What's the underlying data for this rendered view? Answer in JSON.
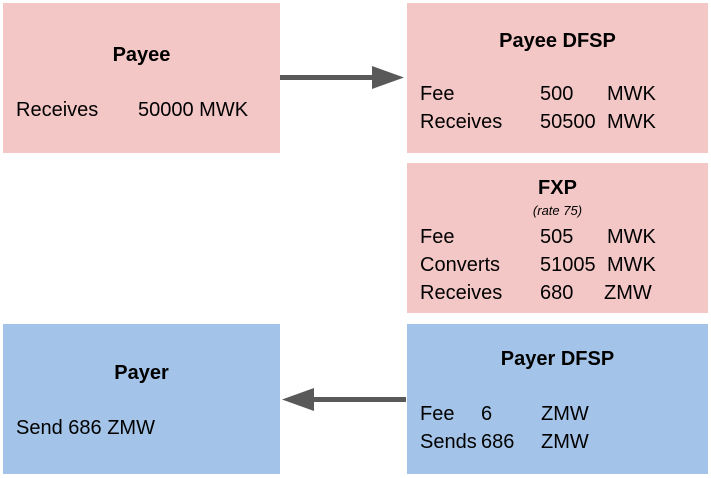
{
  "payee": {
    "title": "Payee",
    "receives_label": "Receives",
    "receives_value": "50000 MWK"
  },
  "payee_dfsp": {
    "title": "Payee DFSP",
    "rows": [
      {
        "label": "Fee",
        "amount": "500",
        "currency": "MWK"
      },
      {
        "label": "Receives",
        "amount": "50500",
        "currency": "MWK"
      }
    ]
  },
  "fxp": {
    "title": "FXP",
    "subtitle": "(rate 75)",
    "rows": [
      {
        "label": "Fee",
        "amount": "505",
        "currency": "MWK"
      },
      {
        "label": "Converts",
        "amount": "51005",
        "currency": "MWK"
      },
      {
        "label": "Receives",
        "amount": "680",
        "currency": "ZMW"
      }
    ]
  },
  "payer": {
    "title": "Payer",
    "send_text": "Send 686 ZMW"
  },
  "payer_dfsp": {
    "title": "Payer DFSP",
    "rows": [
      {
        "label": "Fee",
        "amount": "6",
        "currency": "ZMW"
      },
      {
        "label": "Sends",
        "amount": "686",
        "currency": "ZMW"
      }
    ]
  },
  "colors": {
    "payee_side": "#f4c7c7",
    "payer_side": "#a3c4e8",
    "arrow": "#595959"
  }
}
